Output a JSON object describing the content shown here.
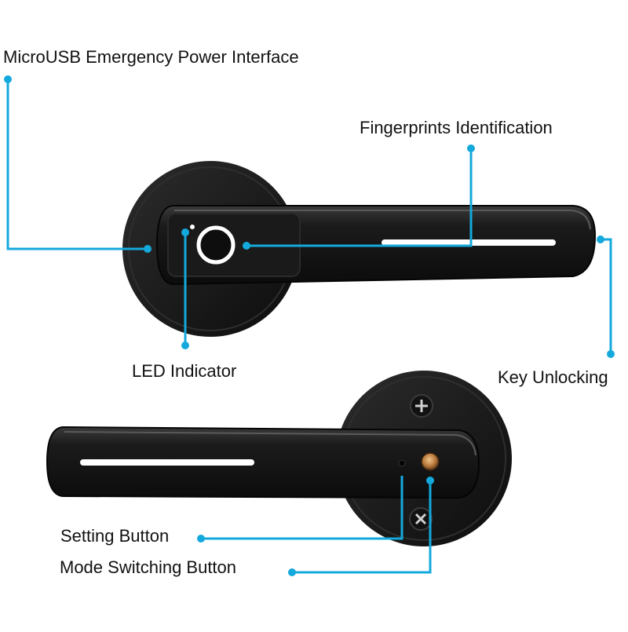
{
  "colors": {
    "callout": "#14a9dc",
    "body": "#151515",
    "accent_copper": "#c98a4a"
  },
  "labels": {
    "usb": "MicroUSB Emergency Power Interface",
    "fingerprint": "Fingerprints Identification",
    "led": "LED Indicator",
    "key": "Key Unlocking",
    "setting": "Setting Button",
    "mode": "Mode Switching Button"
  }
}
